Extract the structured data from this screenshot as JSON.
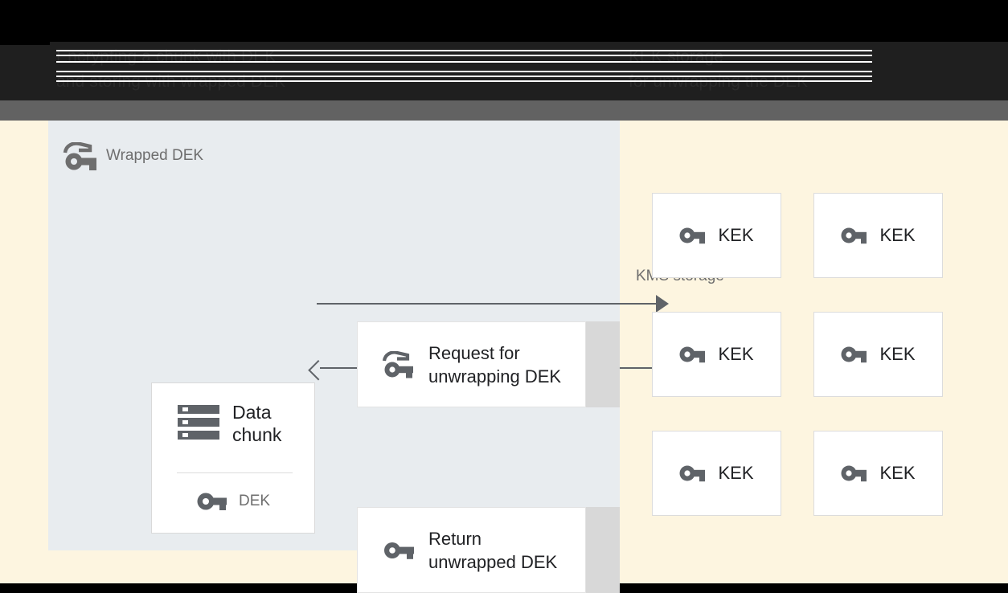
{
  "header": {
    "caption_left": "Encrypting a chunk with DEK\nand storing with wrapped DEK",
    "caption_right": "KEK storage\nfor unwrapping the DEK"
  },
  "left_panel": {
    "title": "Wrapped DEK",
    "title_icon": "wrapped-key-icon",
    "background_color": "#e8ecef"
  },
  "right_panel": {
    "title": "KMS storage",
    "background_color": "#fdf5e0"
  },
  "data_chunk_card": {
    "title": "Data\nchunk",
    "title_icon": "server-stack-icon",
    "key_label": "DEK",
    "key_icon": "key-icon"
  },
  "messages": [
    {
      "label": "Request for\nunwrapping DEK",
      "icon": "wrapped-key-icon"
    },
    {
      "label": "Return\nunwrapped DEK",
      "icon": "key-icon"
    }
  ],
  "arrows": [
    {
      "name": "request-arrow",
      "direction": "right"
    },
    {
      "name": "response-arrow",
      "direction": "left"
    }
  ],
  "kek_boxes": [
    {
      "label": "KEK",
      "icon": "key-icon"
    },
    {
      "label": "KEK",
      "icon": "key-icon"
    },
    {
      "label": "KEK",
      "icon": "key-icon"
    },
    {
      "label": "KEK",
      "icon": "key-icon"
    },
    {
      "label": "KEK",
      "icon": "key-icon"
    },
    {
      "label": "KEK",
      "icon": "key-icon"
    }
  ],
  "colors": {
    "panel_blue": "#e8ecef",
    "panel_cream": "#fdf5e0",
    "icon_gray": "#5f6368",
    "text_dark": "#202124",
    "text_muted": "#6e6e6e",
    "header_bar": "#626262"
  }
}
